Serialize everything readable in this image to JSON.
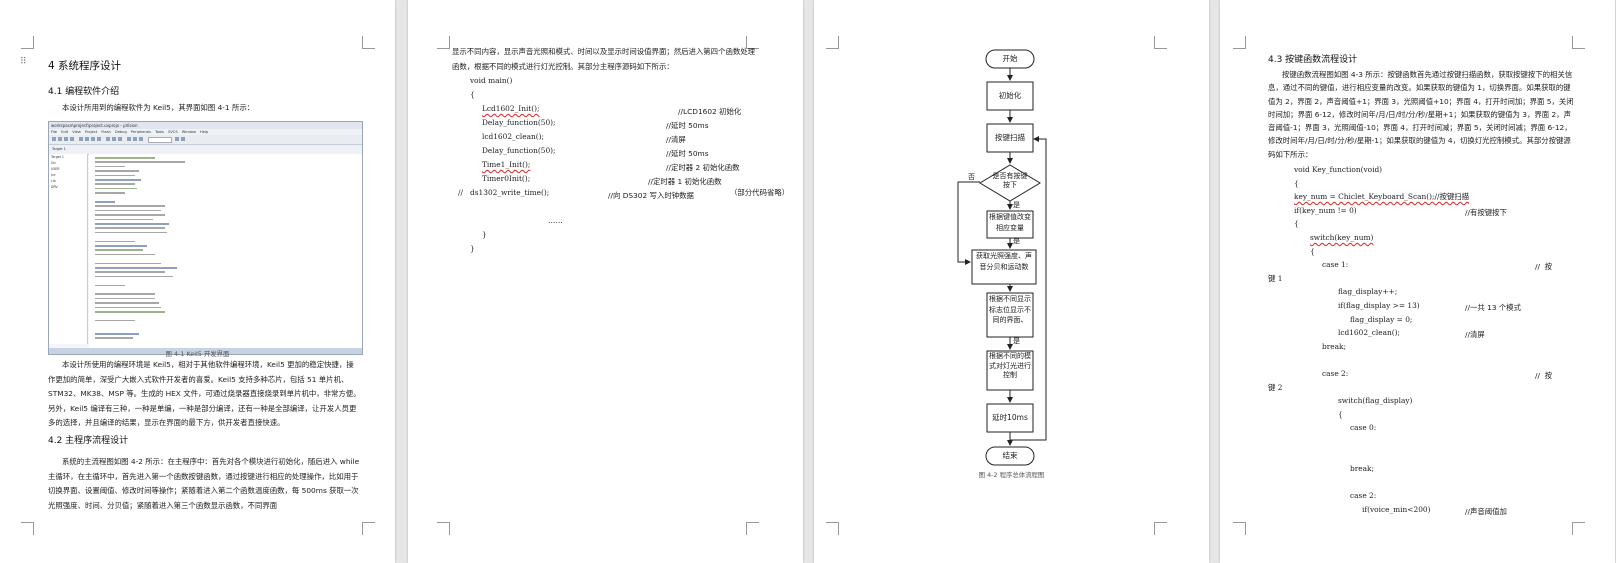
{
  "page1": {
    "h_section": "4 系统程序设计",
    "h_41": "4.1 编程软件介绍",
    "p_41": "本设计所用到的编程软件为 Keil5，其界面如图 4-1 所示：",
    "ide": {
      "title": "workspace\\project\\project.uvprojx - µVision",
      "menu": "File  Edit  View  Project  Flash  Debug  Peripherals  Tools  SVCS  Window  Help",
      "target": "Target 1",
      "project_items": [
        "Target 1",
        "Src",
        "USER",
        "Inc",
        "Lib",
        "DRV"
      ]
    },
    "fig_caption": "图 4-1 Keil5 开发界面",
    "p_keil": "本设计所使用的编程环境是 Keil5，相对于其他软件编程环境，Keil5 更加的稳定快捷，操作更加的简单，深受广大嵌入式软件开发者的喜爱。Keil5 支持多种芯片，包括 51 单片机、STM32、MK38、MSP 等。生成的 HEX 文件，可通过烧录器直接烧录到单片机中，非常方便。另外，Keil5 编译有三种，一种是单编，一种是部分编译，还有一种是全部编译，让开发人员更多的选择，并且编译的结果，显示在界面的最下方，供开发者直接快速。",
    "h_42": "4.2 主程序流程设计",
    "p_42": "系统的主流程图如图 4-2 所示：在主程序中：首先对各个模块进行初始化，随后进入 while 主循环，在主循环中，首先进入第一个函数按键函数，通过按键进行相应的处理操作，比如用于切换界面、设置阈值、修改时间等操作；紧随着进入第二个函数温度函数，每 500ms 获取一次光照强度、时间、分贝值；紧随着进入第三个函数显示函数，不同界面"
  },
  "page2": {
    "intro": "显示不同内容，显示声音光照和模式、时间以及显示时间设值界面；然后进入第四个函数处理函数，根据不同的模式进行灯光控制。其部分主程序源码如下所示：",
    "code": [
      {
        "c": "void main()",
        "m": ""
      },
      {
        "c": "{",
        "m": ""
      },
      {
        "c": "Lcd1602_Init();",
        "m": "//LCD1602 初始化"
      },
      {
        "c": "Delay_function(50);",
        "m": "//延时 50ms"
      },
      {
        "c": "lcd1602_clean();",
        "m": "//清屏"
      },
      {
        "c": "Delay_function(50);",
        "m": "//延时 50ms"
      },
      {
        "c": "Time1_Init();",
        "m": "//定时器 2 初始化函数"
      },
      {
        "c": "Timer0Init();",
        "m": "//定时器 1 初始化函数"
      },
      {
        "c": "//   ds1302_write_time();",
        "m": "//向 DS302 写入时钟数据"
      },
      {
        "c": "（部分代码省略）",
        "m": ""
      },
      {
        "c": "……",
        "m": ""
      },
      {
        "c": "}",
        "m": ""
      },
      {
        "c": "}",
        "m": ""
      }
    ]
  },
  "page3": {
    "nodes": {
      "start": "开始",
      "init": "初始化",
      "scan": "按键扫描",
      "decision": "是否有按键按下",
      "n1": "根据键值改变相应变量",
      "n2": "获取光照强度、声音分贝和运动数",
      "n3": "根据不同显示标志位显示不同的界面、",
      "n4": "根据不同的模式对灯光进行控制",
      "n5": "延时10ms",
      "end": "结束"
    },
    "yes": "是",
    "no": "否",
    "fig_caption": "图 4-2   程序总体流程图"
  },
  "page4": {
    "h_43": "4.3 按键函数流程设计",
    "intro": "按键函数流程图如图 4-3 所示：按键函数首先通过按键扫描函数，获取按键按下的相关信息，通过不同的键值，进行相应变量的改变。如果获取的键值为 1，切换界面。如果获取的键值为 2，界面 2，声音阈值+1；界面 3，光照阈值+10；界面 4，打开时间加；界面 5，关闭时间加；界面 6-12，修改时间年/月/日/时/分/秒/星期+1；如果获取的键值为 3，界面 2，声音阈值-1；界面 3，光照阈值-10；界面 4，打开时间减；界面 5，关闭时间减；界面 6-12，修改时间年/月/日/时/分/秒/星期-1；如果获取的键值为 4，切换灯光控制模式。其部分按键源码如下所示：",
    "code": [
      {
        "c": "void Key_function(void)",
        "m": "",
        "i": 0
      },
      {
        "c": "{",
        "m": "",
        "i": 0
      },
      {
        "c": "key_num = Chiclet_Keyboard_Scan();//按键扫描",
        "m": "",
        "i": 0
      },
      {
        "c": "if(key_num != 0)",
        "m": "//有按键按下",
        "i": 0
      },
      {
        "c": "{",
        "m": "",
        "i": 0
      },
      {
        "c": "switch(key_num)",
        "m": "",
        "i": 1
      },
      {
        "c": "{",
        "m": "",
        "i": 1
      },
      {
        "c": "case 1:",
        "m": "//  按",
        "i": 2
      },
      {
        "c": "键 1",
        "m": "",
        "i": -1
      },
      {
        "c": "flag_display++;",
        "m": "",
        "i": 3
      },
      {
        "c": "if(flag_display >= 13)",
        "m": "//一共 13 个模式",
        "i": 3
      },
      {
        "c": "flag_display = 0;",
        "m": "",
        "i": 4
      },
      {
        "c": "lcd1602_clean();",
        "m": "//清屏",
        "i": 3
      },
      {
        "c": "break;",
        "m": "",
        "i": 2
      },
      {
        "c": "",
        "m": "",
        "i": 0
      },
      {
        "c": "case 2:",
        "m": "//  按",
        "i": 2
      },
      {
        "c": "键 2",
        "m": "",
        "i": -1
      },
      {
        "c": "switch(flag_display)",
        "m": "",
        "i": 3
      },
      {
        "c": "{",
        "m": "",
        "i": 3
      },
      {
        "c": "case 0:",
        "m": "",
        "i": 4
      },
      {
        "c": "",
        "m": "",
        "i": 0
      },
      {
        "c": "",
        "m": "",
        "i": 0
      },
      {
        "c": "break;",
        "m": "",
        "i": 4
      },
      {
        "c": "",
        "m": "",
        "i": 0
      },
      {
        "c": "case 2:",
        "m": "",
        "i": 4
      },
      {
        "c": "if(voice_min<200)",
        "m": "//声音阈值加",
        "i": 5
      }
    ]
  }
}
